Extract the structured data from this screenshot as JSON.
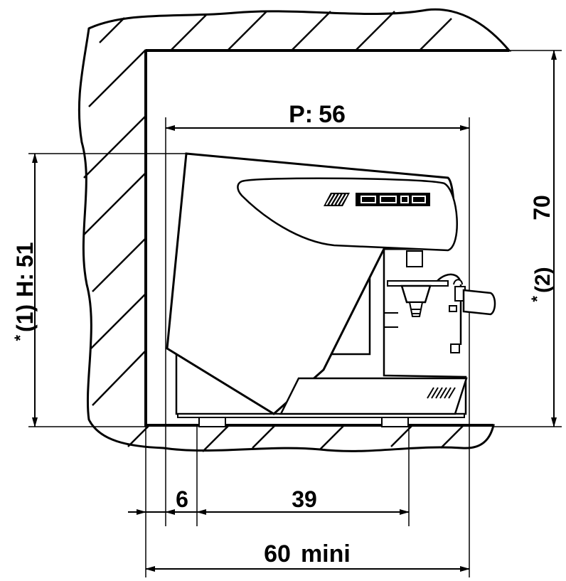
{
  "dimensions": {
    "depth": {
      "prefix": "P:",
      "value": "56"
    },
    "height": {
      "marker": "*",
      "note": "(1)",
      "prefix": "H:",
      "value": "51"
    },
    "niche_height": {
      "marker": "*",
      "note": "(2)",
      "value": "70"
    },
    "front_offset": "6",
    "feet_spacing": "39",
    "min_niche_depth": {
      "value": "60",
      "suffix": "mini"
    }
  },
  "colors": {
    "ink": "#000000",
    "background": "#ffffff"
  }
}
